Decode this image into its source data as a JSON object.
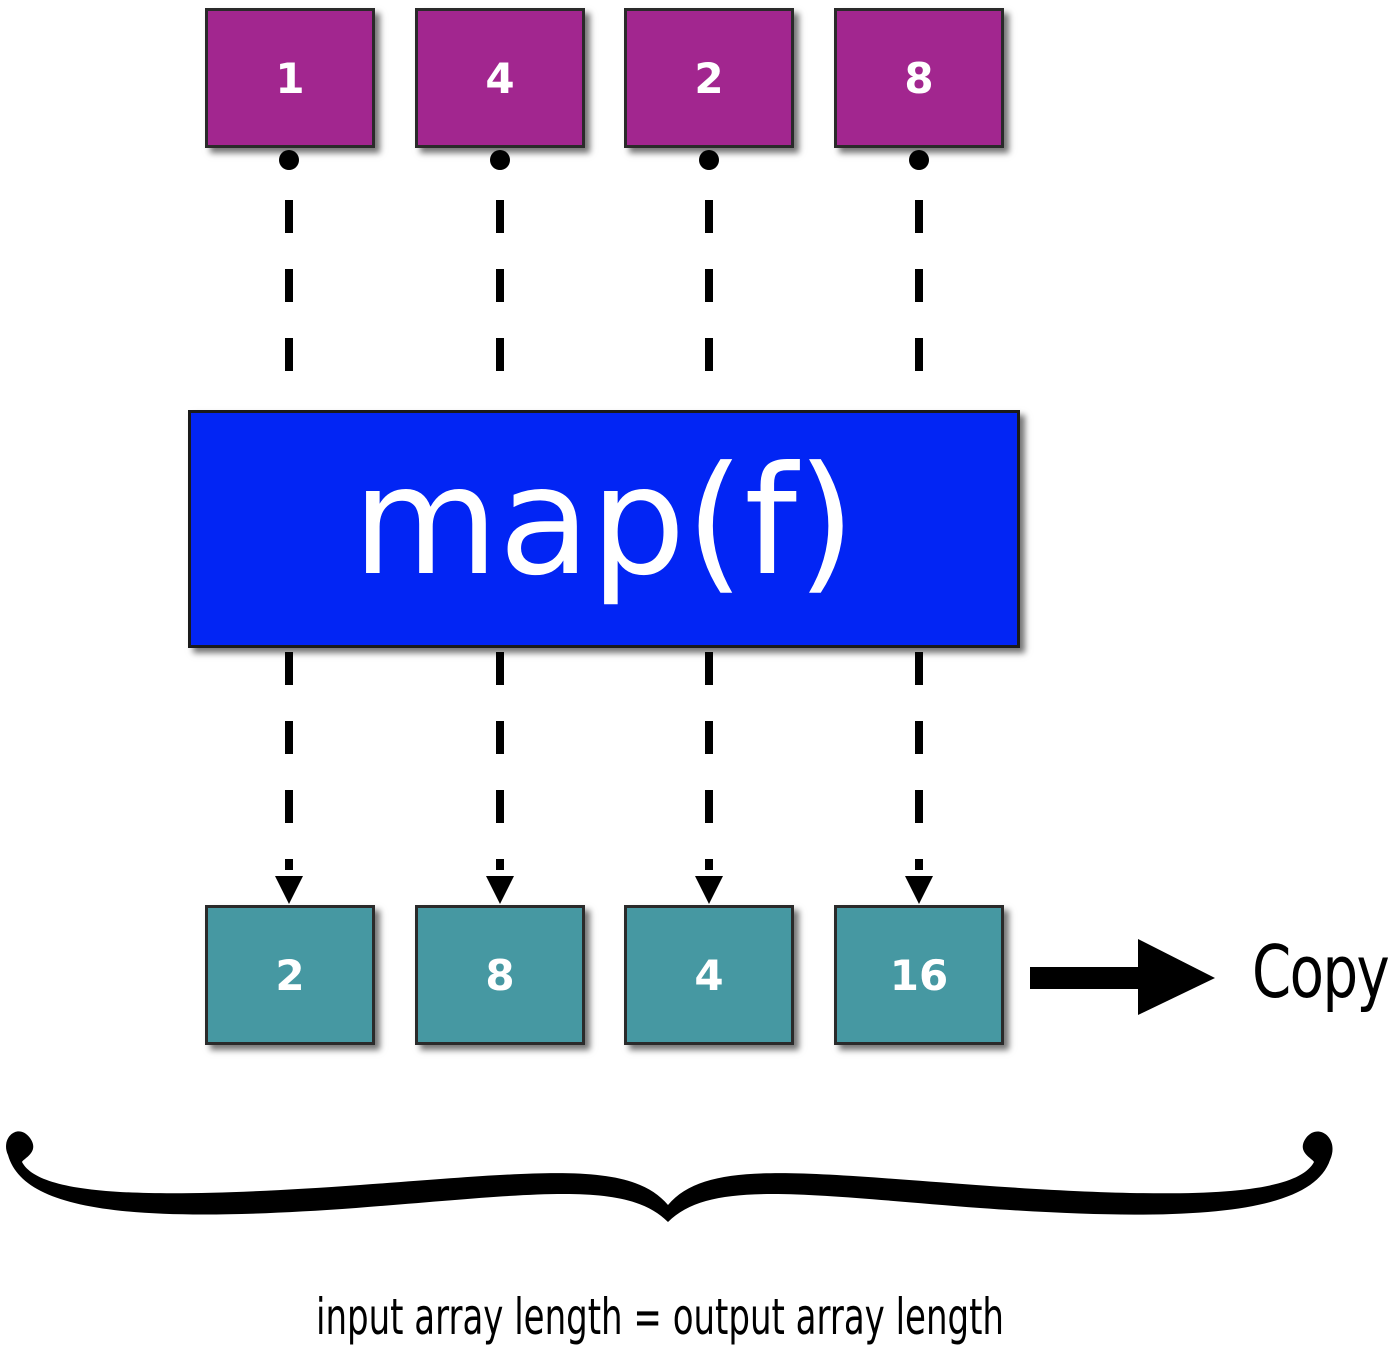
{
  "colors": {
    "input_fill": "#a2268f",
    "output_fill": "#4698a2",
    "function_fill": "#0225f4",
    "line": "#000000",
    "background": "#ffffff"
  },
  "input_array": [
    "1",
    "4",
    "2",
    "8"
  ],
  "function_label": "map(f)",
  "output_array": [
    "2",
    "8",
    "4",
    "16"
  ],
  "copy_label": "Copy",
  "caption": "input array length = output array length",
  "icons": {
    "copy_arrow": "right-arrow-icon",
    "brace": "curly-brace-icon"
  }
}
